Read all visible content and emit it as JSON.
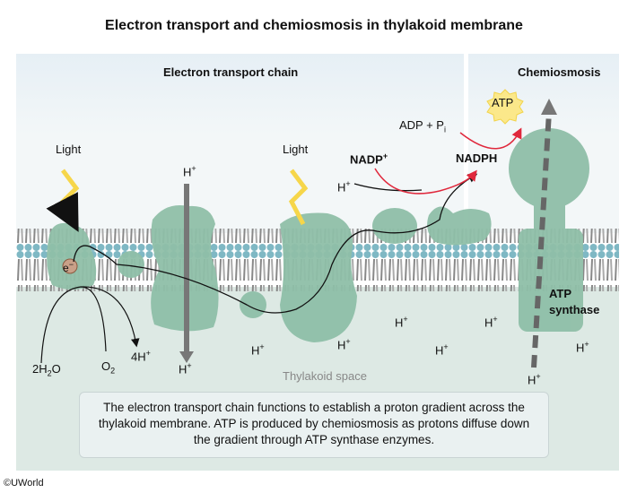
{
  "title": "Electron transport and chemiosmosis in thylakoid membrane",
  "sections": {
    "etc": "Electron transport chain",
    "chemiosmosis": "Chemiosmosis"
  },
  "labels": {
    "light": "Light",
    "h": "H",
    "plus": "+",
    "atp": "ATP",
    "adp": "ADP + P",
    "adp_sub": "i",
    "nadp": "NADP",
    "nadph": "NADPH",
    "electron": "e",
    "minus": "−",
    "atp_synthase_1": "ATP",
    "atp_synthase_2": "synthase",
    "water_pre": "2H",
    "water_sub": "2",
    "water_post": "O",
    "o": "O",
    "o_sub": "2",
    "four_h": "4H",
    "thylakoid_space": "Thylakoid space"
  },
  "caption": "The electron transport chain functions to establish a proton gradient across the thylakoid membrane.  ATP is produced by chemiosmosis as protons diffuse down the gradient through ATP synthase enzymes.",
  "copyright": "©UWorld",
  "colors": {
    "protein": "#8fbfa8",
    "arrow_red": "#e0283c",
    "light": "#f6d64a",
    "membrane_head": "#7fb8c4"
  }
}
